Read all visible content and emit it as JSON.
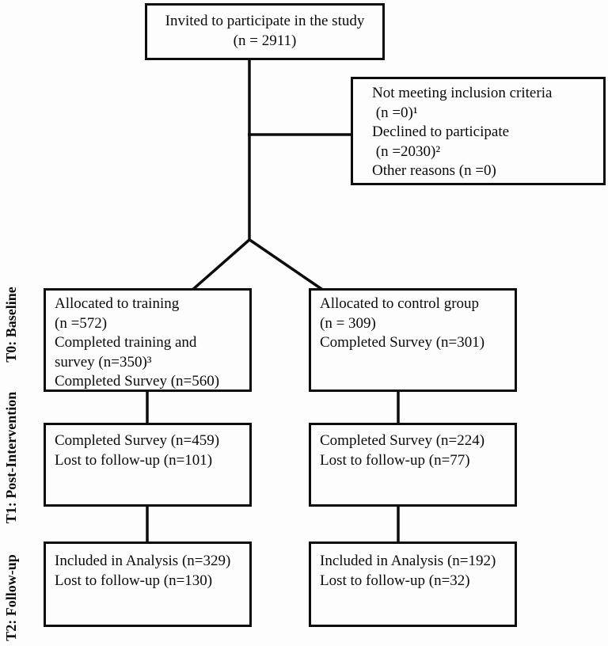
{
  "figure": {
    "type": "consort-flow-diagram",
    "background_color": "#fdfdfd",
    "line_color": "#0c0c0c"
  },
  "boxes": {
    "invited": {
      "lines": [
        "Invited to participate in the study",
        "(n = 2911)"
      ]
    },
    "excluded": {
      "lines": [
        "Not meeting inclusion criteria",
        " (n =0)¹",
        "Declined to participate",
        " (n =2030)²",
        "Other reasons (n =0)"
      ]
    },
    "t0_training": {
      "lines": [
        "Allocated to training",
        "(n =572)",
        "Completed training and",
        "survey (n=350)³",
        "Completed Survey (n=560)"
      ]
    },
    "t0_control": {
      "lines": [
        "Allocated to control group",
        "(n = 309)",
        "Completed Survey (n=301)"
      ]
    },
    "t1_training": {
      "lines": [
        "Completed Survey (n=459)",
        "Lost to follow-up (n=101)"
      ]
    },
    "t1_control": {
      "lines": [
        "Completed Survey (n=224)",
        "Lost to follow-up (n=77)"
      ]
    },
    "t2_training": {
      "lines": [
        "Included in Analysis (n=329)",
        "Lost to follow-up (n=130)"
      ]
    },
    "t2_control": {
      "lines": [
        "Included in Analysis (n=192)",
        "Lost to follow-up (n=32)"
      ]
    }
  },
  "timeline_labels": [
    {
      "text": "T0: Baseline"
    },
    {
      "text": "T1: Post-Intervention"
    },
    {
      "text": "T2: Follow-up"
    }
  ]
}
